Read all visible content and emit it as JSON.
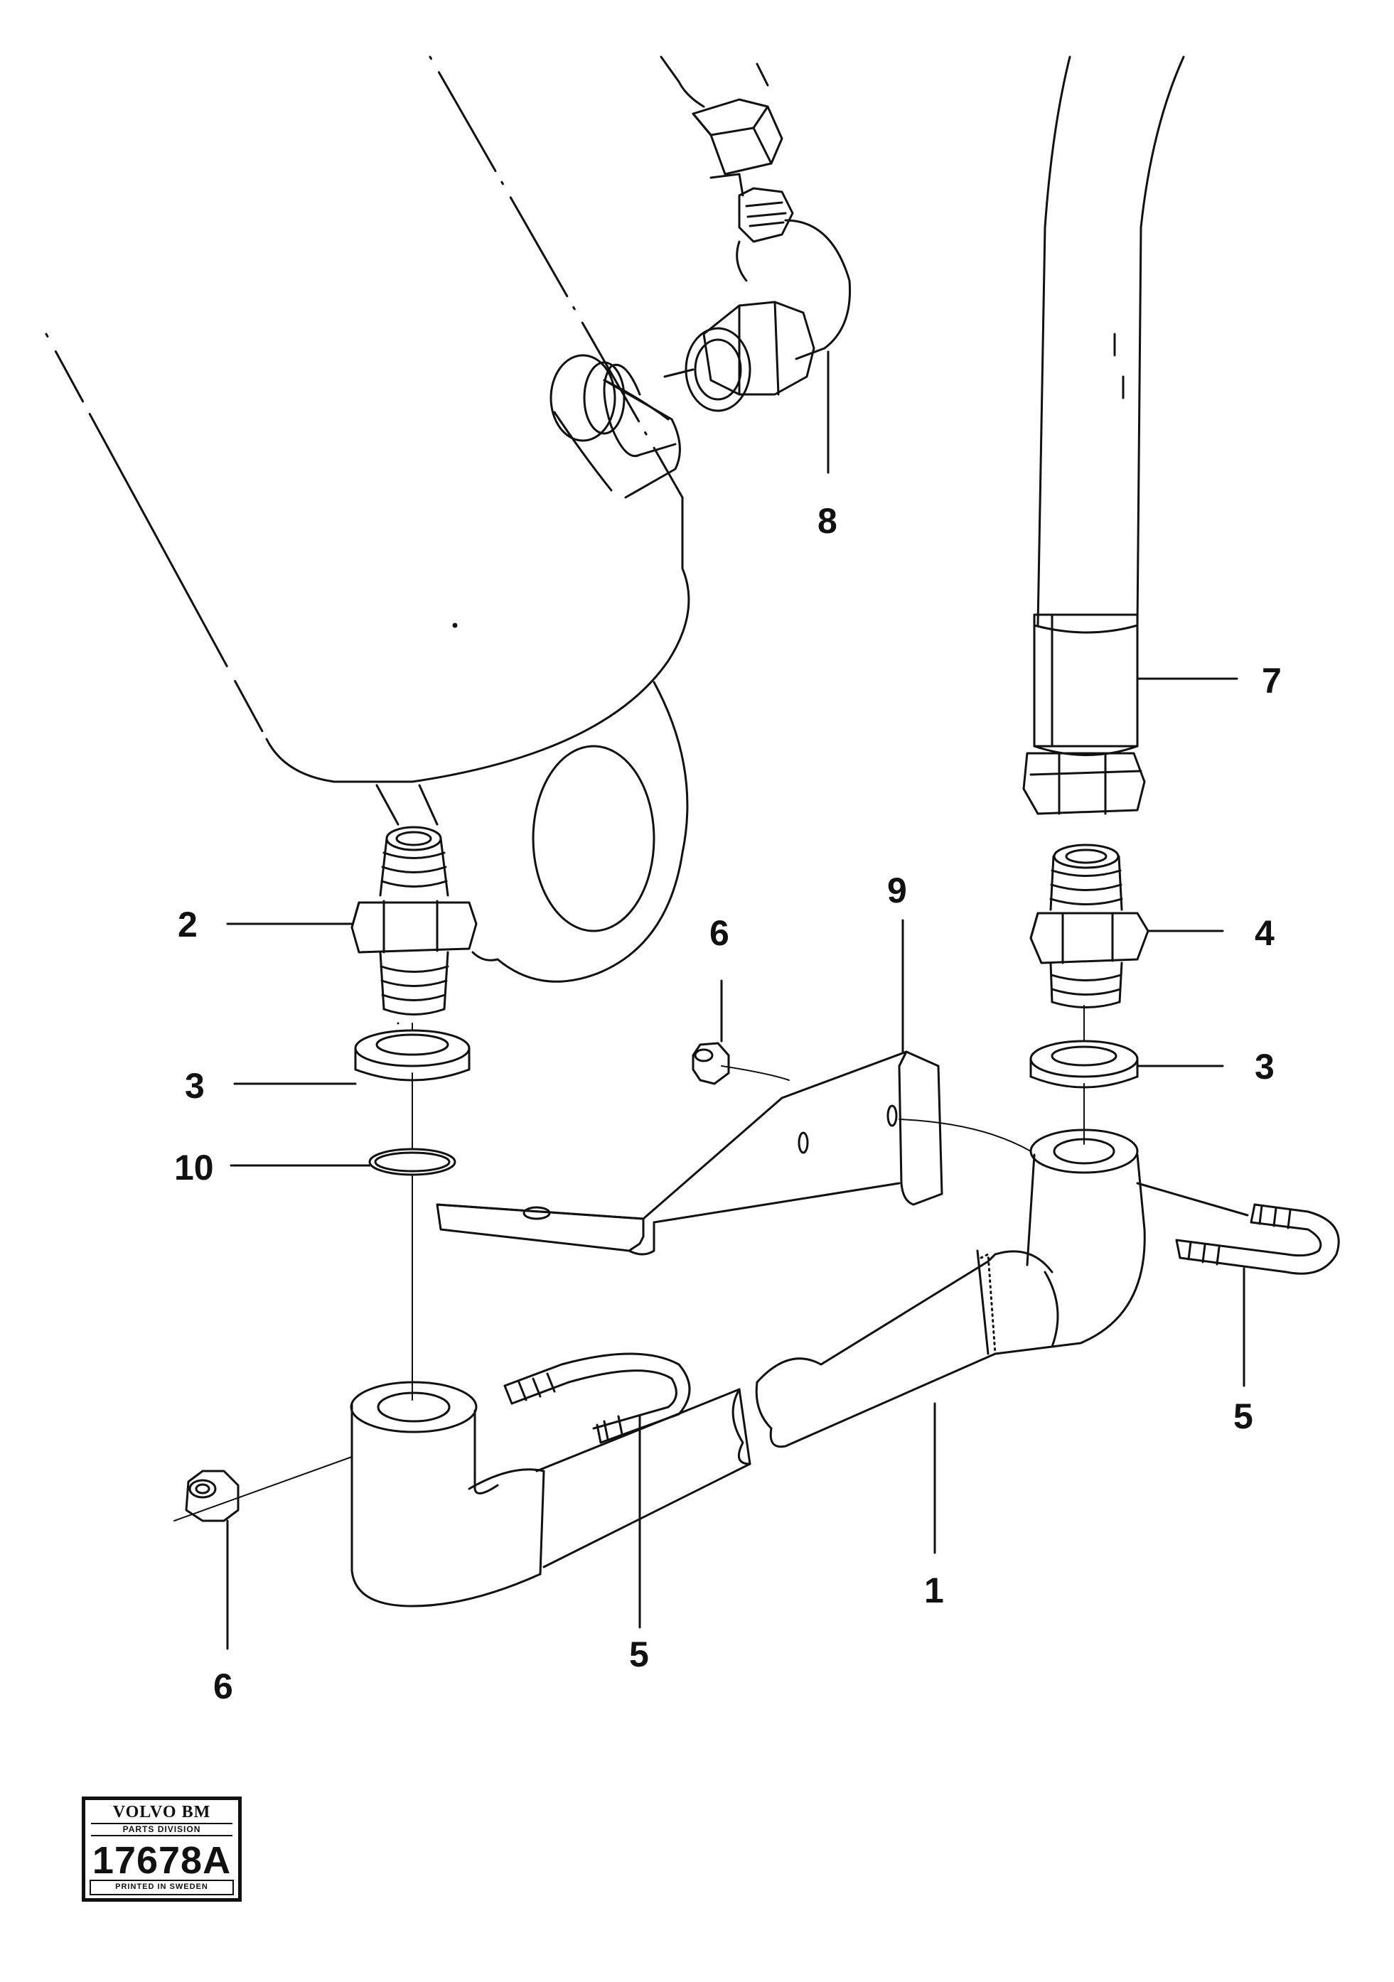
{
  "callouts": {
    "c1": "1",
    "c2": "2",
    "c3_left": "3",
    "c3_right": "3",
    "c4": "4",
    "c5_left": "5",
    "c5_right": "5",
    "c6_top": "6",
    "c6_bottom": "6",
    "c7": "7",
    "c8": "8",
    "c9": "9",
    "c10": "10"
  },
  "stamp": {
    "brand": "VOLVO BM",
    "division": "PARTS DIVISION",
    "number": "17678A",
    "printed": "PRINTED IN SWEDEN"
  }
}
